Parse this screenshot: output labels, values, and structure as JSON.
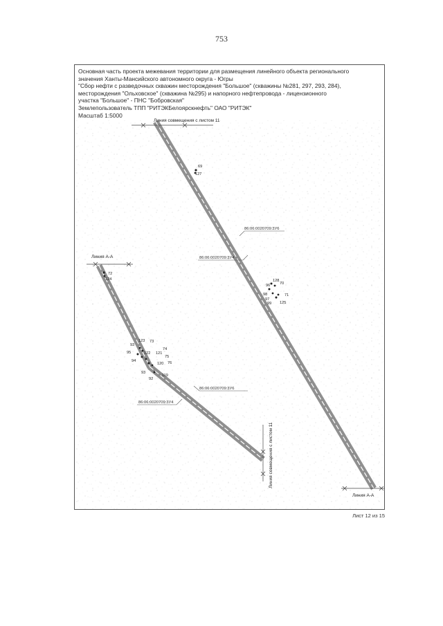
{
  "page": {
    "number": "753"
  },
  "header": {
    "lines": [
      "Основная часть проекта межевания территории для размещения линейного объекта регионального",
      "значения Ханты-Мансийского автономного округа - Югры",
      "\"Сбор нефти с разведочных скважин месторождения \"Большое\" (скважины №281, 297, 293, 284),",
      "месторождения \"Ольховское\" (скважина №295) и напорного нефтепровода - лицензионного",
      "участка \"Большое\" - ПНС \"Бобровская\"",
      "Землепользователь ТПП \"РИТЭКБелоярскнефть\" ОАО \"РИТЭК\"",
      "Масштаб 1:5000"
    ]
  },
  "map": {
    "line_labels": {
      "top_join": "Линия совмещения с листом 11",
      "left_aa": "Линия А-А",
      "bottom_right_aa": "Линия А-А",
      "vertical_join": "Линия совмещения с листом 11"
    },
    "cadastral_labels": {
      "right_zu6": "86:06:0020709:3У6",
      "right_zu4": "86:06:0020709:3У4",
      "left_zu6": "86:06:0020709:3У6",
      "left_zu4": "86:06:0020709:3У4"
    },
    "points": {
      "p69": "69",
      "p127": "127",
      "p72": "72",
      "p124": "124",
      "p128": "128",
      "p70": "70",
      "p96a": "96",
      "p98": "98",
      "p97": "97",
      "p99": "99",
      "p71": "71",
      "p125": "125",
      "p123": "123",
      "p73": "73",
      "p93a": "93",
      "p95": "95",
      "p122": "122",
      "p121": "121",
      "p74": "74",
      "p75": "75",
      "p94": "94",
      "p120": "120",
      "p76": "76",
      "p93b": "93",
      "p92": "92",
      "p119": "119"
    }
  },
  "footer": {
    "sheet": "Лист 12 из 15"
  }
}
